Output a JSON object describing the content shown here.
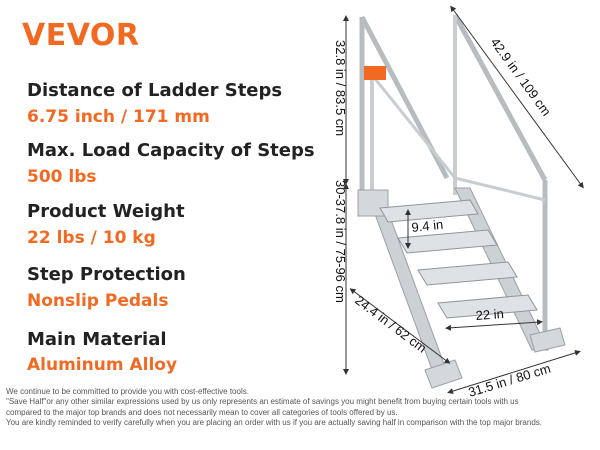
{
  "brand": {
    "logo_text": "VEVOR"
  },
  "specs": [
    {
      "title": "Distance of Ladder Steps",
      "value": "6.75 inch / 171 mm"
    },
    {
      "title": "Max. Load Capacity of Steps",
      "value": "500 lbs"
    },
    {
      "title": "Product Weight",
      "value": "22 lbs / 10 kg"
    },
    {
      "title": "Step Protection",
      "value": "Nonslip Pedals"
    },
    {
      "title": "Main Material",
      "value": "Aluminum Alloy"
    }
  ],
  "dimensions": {
    "handrail_height": "32.8 in / 83.5 cm",
    "handrail_length": "42.9 in / 109 cm",
    "adjustable_height": "30-37.8 in / 75-96 cm",
    "step_spacing": "9.4 in",
    "step_width": "22 in",
    "ladder_length": "24.4 in / 62 cm",
    "base_depth": "31.5 in / 80 cm"
  },
  "colors": {
    "accent": "#f26a21",
    "text": "#222222",
    "ladder": "#c8ccd0"
  },
  "disclaimer": [
    "We continue to be committed to provide you with cost-effective tools.",
    "\"Save Half\"or any other similar expressions used by us only represents an estimate of savings you might benefit from buying certain tools with us",
    "compared to the major top brands and does not necessarily mean to cover all categories of tools offered by us.",
    "You are kindly reminded to verify carefully when you are placing an order with us if you are actually saving half in comparison with the top major brands."
  ]
}
